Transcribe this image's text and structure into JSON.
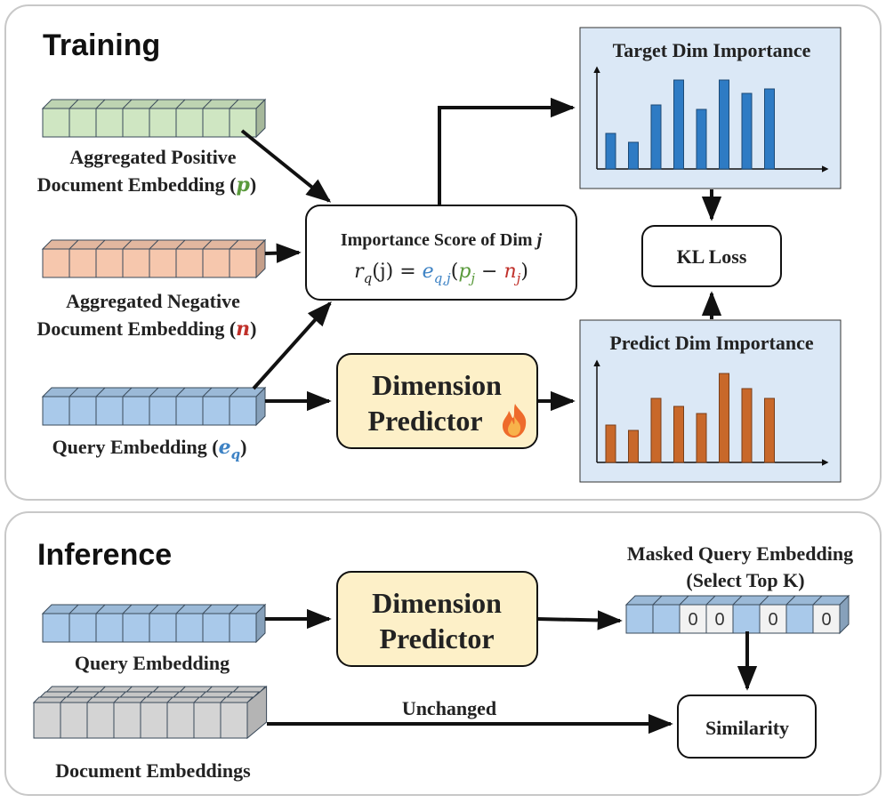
{
  "training": {
    "title": "Training",
    "pos_label_l1": "Aggregated Positive",
    "pos_label_l2": "Document Embedding (",
    "pos_sym": "p",
    "neg_label_l1": "Aggregated Negative",
    "neg_label_l2": "Document Embedding (",
    "neg_sym": "n",
    "query_label": "Query Embedding (",
    "query_sym": "e",
    "query_sub": "q",
    "close_paren": ")",
    "score_title": "Importance Score of Dim ",
    "score_dim": "j",
    "formula": {
      "r": "r",
      "r_sub": "q",
      "arg": "(j) = ",
      "e": "e",
      "e_sub": "q,j",
      "open": "(",
      "p": "p",
      "p_sub": "j",
      "minus": " − ",
      "n": "n",
      "n_sub": "j",
      "close": ")"
    },
    "predictor_l1": "Dimension",
    "predictor_l2": "Predictor",
    "target_title": "Target Dim Importance",
    "predict_title": "Predict Dim Importance",
    "kl_loss": "KL Loss"
  },
  "inference": {
    "title": "Inference",
    "query_label": "Query Embedding",
    "doc_label": "Document Embeddings",
    "predictor_l1": "Dimension",
    "predictor_l2": "Predictor",
    "masked_l1": "Masked Query Embedding",
    "masked_l2": "(Select Top K)",
    "unchanged": "Unchanged",
    "similarity": "Similarity",
    "zero": "0"
  },
  "chart_data": [
    {
      "type": "bar",
      "title": "Target Dim Importance",
      "values": [
        0.4,
        0.3,
        0.72,
        1.0,
        0.67,
        1.0,
        0.85,
        0.9
      ],
      "color": "#2e7bc4"
    },
    {
      "type": "bar",
      "title": "Predict Dim Importance",
      "values": [
        0.42,
        0.36,
        0.72,
        0.63,
        0.55,
        1.0,
        0.83,
        0.72
      ],
      "color": "#c8682a"
    }
  ],
  "colors": {
    "positive": "#cfe6c2",
    "negative": "#f6c7ad",
    "query": "#a9c9ea",
    "document": "#d4d4d4",
    "predictor_fill": "#fdf0c8",
    "chart_bg": "#dbe8f6",
    "blue_math": "#3d82c4",
    "green_math": "#5a9a3c",
    "red_math": "#c0302a"
  }
}
